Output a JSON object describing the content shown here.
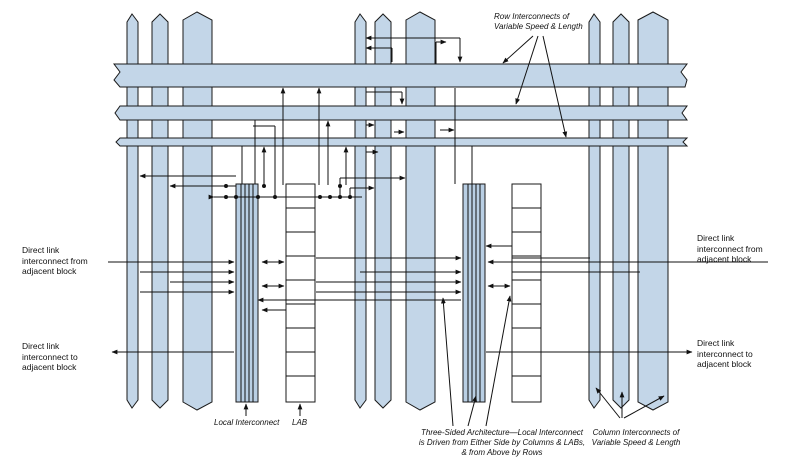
{
  "labels": {
    "row_interconnects": "Row Interconnects of Variable Speed & Length",
    "direct_from_left": "Direct link interconnect from adjacent block",
    "direct_to_left": "Direct link interconnect to adjacent block",
    "direct_from_right": "Direct link interconnect from adjacent block",
    "direct_to_right": "Direct link interconnect to adjacent block",
    "local_interconnect": "Local Interconnect",
    "lab": "LAB",
    "three_sided": "Three-Sided Architecture—Local Interconnect is Driven from Either Side by Columns & LABs, & from Above by Rows",
    "column_interconnects": "Column Interconnects of Variable Speed & Length"
  },
  "colors": {
    "bus_fill": "#c3d6e8",
    "outline": "#1a1a1a",
    "background": "#ffffff"
  }
}
